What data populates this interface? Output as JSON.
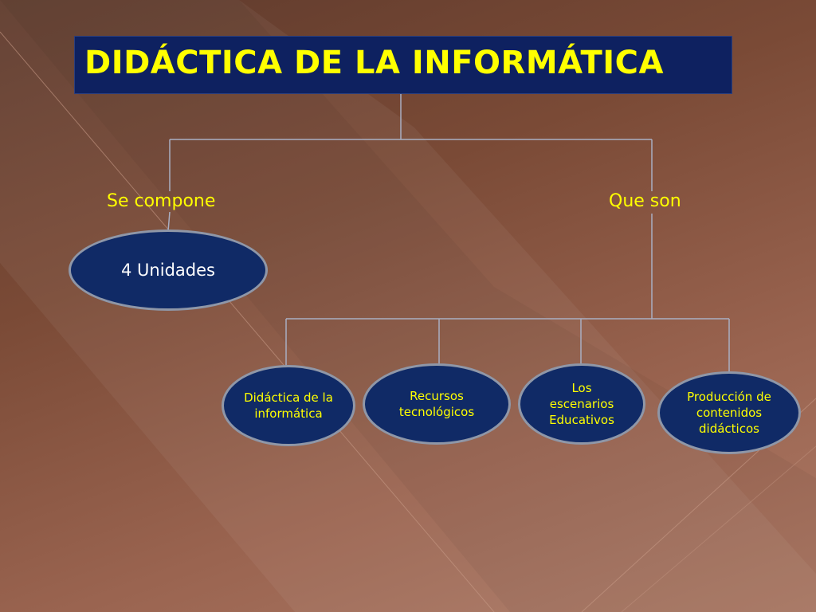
{
  "title": "DIDÁCTICA DE LA INFORMÁTICA",
  "branches": {
    "left_label": "Se compone",
    "right_label": "Que son"
  },
  "unidades": "4 Unidades",
  "children": [
    {
      "label": "Didáctica de la informática"
    },
    {
      "label": "Recursos tecnológicos"
    },
    {
      "label": "Los escenarios Educativos"
    },
    {
      "label": "Producción de contenidos didácticos"
    }
  ],
  "colors": {
    "title_box": "#0e2160",
    "title_text": "#ffff00",
    "node_fill": "#102a66",
    "node_border": "#8f97a8",
    "node_text": "#ffff00",
    "connector": "#a9afc3"
  }
}
